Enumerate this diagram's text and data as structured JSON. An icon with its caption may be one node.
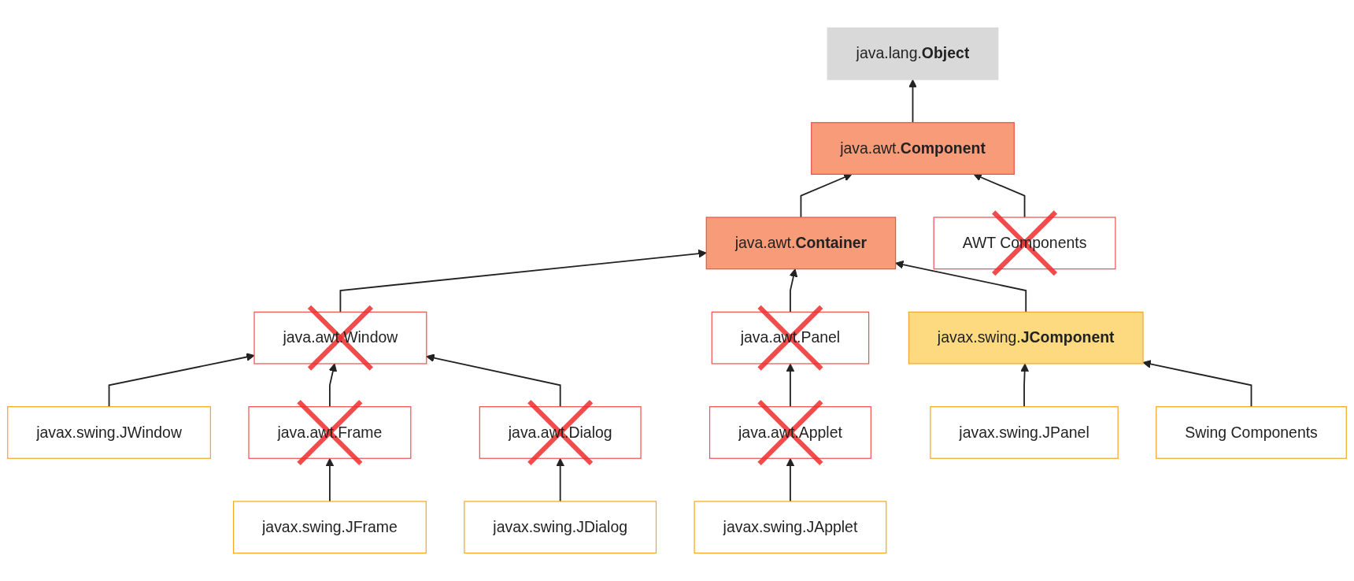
{
  "diagram": {
    "nodes": [
      {
        "text": [
          "java.lang.**Object**"
        ]
      },
      {
        "text": [
          "java.awt.**Component**"
        ]
      },
      {
        "text": [
          "AWT Components"
        ]
      },
      {
        "text": [
          "java.awt.**Container**"
        ]
      },
      {
        "text": [
          "java.awt.Window"
        ]
      },
      {
        "text": [
          "java.awt.Panel"
        ]
      },
      {
        "text": [
          "javax.swing.**JComponent**"
        ]
      },
      {
        "text": [
          "java.awt.Frame"
        ]
      },
      {
        "text": [
          "java.awt.Dialog"
        ]
      },
      {
        "text": [
          "java.awt.Applet"
        ]
      },
      {
        "text": [
          "javax.swing.JPanel"
        ]
      },
      {
        "text": [
          "Swing Components"
        ]
      },
      {
        "text": [
          "javax.swing.JWindow"
        ]
      },
      {
        "text": [
          "javax.swing.JFrame"
        ]
      },
      {
        "text": [
          "javax.swing.JDialog"
        ]
      },
      {
        "text": [
          "javax.swing.JApplet"
        ]
      }
    ],
    "edges": [
      {
        "from": 1,
        "to": 0,
        "arrow": "to"
      },
      {
        "from": 3,
        "to": 1,
        "arrow": "to"
      },
      {
        "from": 2,
        "to": 1,
        "arrow": "to"
      },
      {
        "from": 4,
        "to": 3,
        "arrow": "to"
      },
      {
        "from": 5,
        "to": 3,
        "arrow": "to"
      },
      {
        "from": 6,
        "to": 3,
        "arrow": "to"
      },
      {
        "from": 12,
        "to": 4,
        "arrow": "to"
      },
      {
        "from": 7,
        "to": 4,
        "arrow": "to"
      },
      {
        "from": 8,
        "to": 4,
        "arrow": "to"
      },
      {
        "from": 9,
        "to": 5,
        "arrow": "to"
      },
      {
        "from": 10,
        "to": 6,
        "arrow": "to"
      },
      {
        "from": 11,
        "to": 6,
        "arrow": "to"
      },
      {
        "from": 13,
        "to": 7,
        "arrow": "to"
      },
      {
        "from": 14,
        "to": 8,
        "arrow": "to"
      },
      {
        "from": 15,
        "to": 9,
        "arrow": "to"
      }
    ]
  }
}
